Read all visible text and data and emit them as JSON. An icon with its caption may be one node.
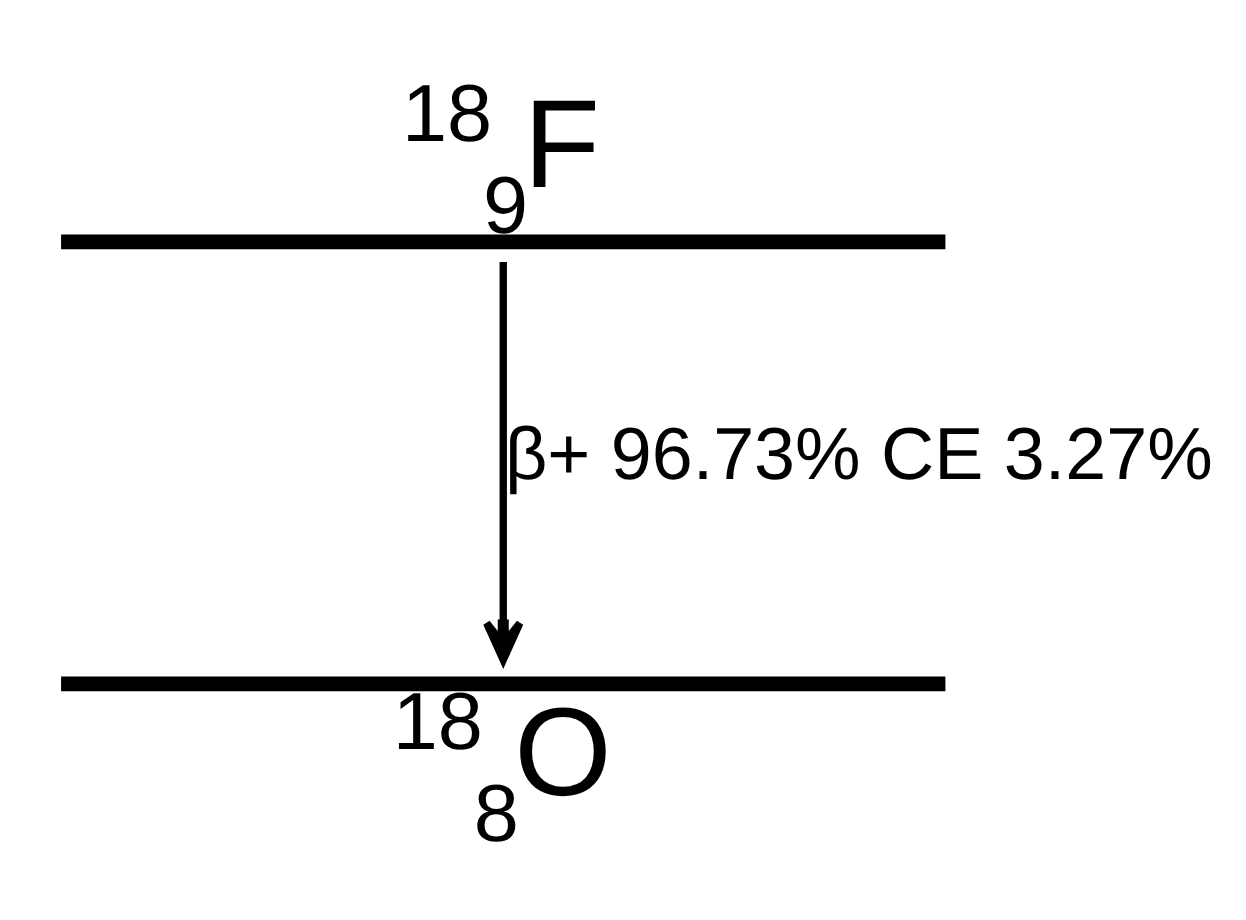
{
  "diagram": {
    "nodes": [
      {
        "text": [
          "$^{18}$$_{9}$F"
        ]
      },
      {
        "text": [
          "$^{18}$$_{8}$O"
        ]
      }
    ],
    "edges": [
      {
        "from": 0,
        "to": 1,
        "arrow": "to",
        "label": "β+ 96.73% CE 3.27%"
      }
    ]
  }
}
